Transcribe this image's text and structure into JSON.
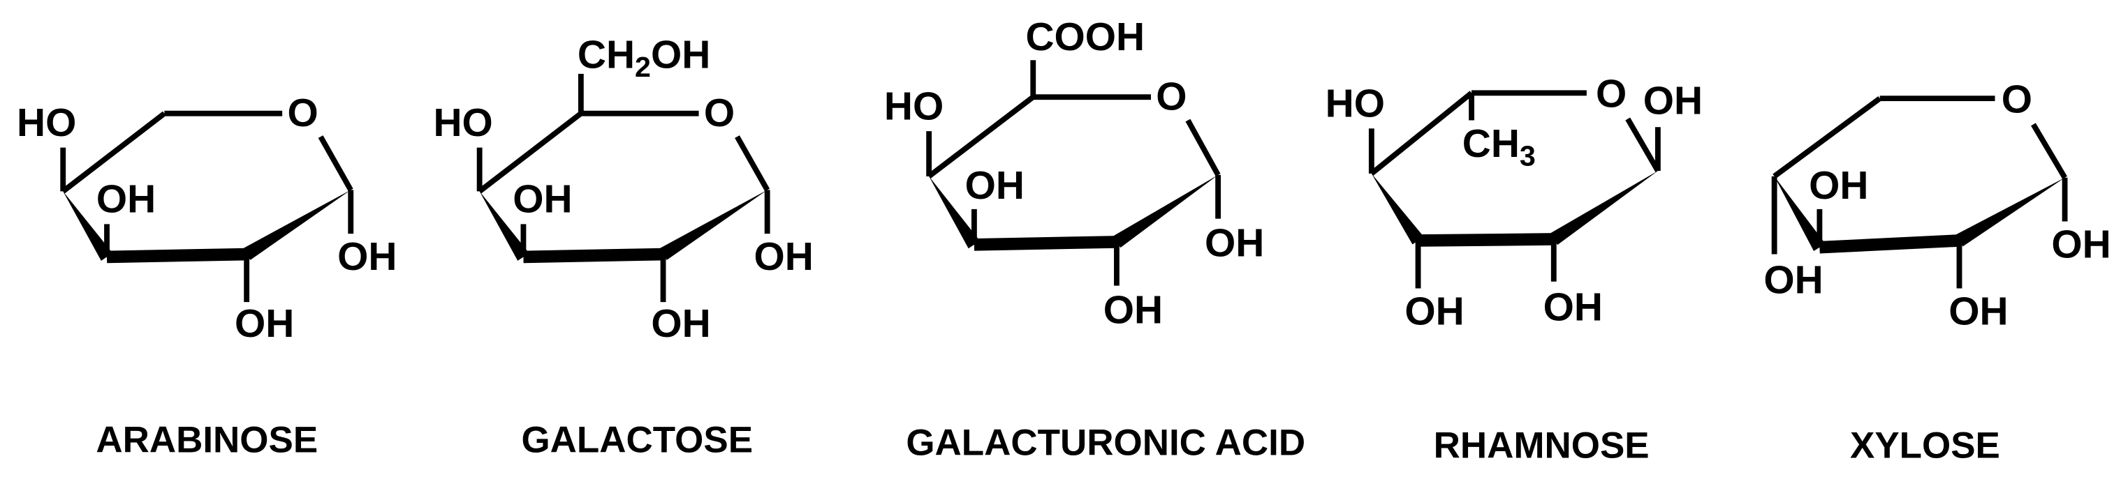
{
  "molecules": [
    {
      "name": "ARABINOSE",
      "groups": [
        "HO",
        "OH",
        "OH",
        "OH"
      ],
      "ring_oxygen": "O"
    },
    {
      "name": "GALACTOSE",
      "groups": [
        "HO",
        "OH",
        "OH",
        "OH"
      ],
      "ring_oxygen": "O",
      "substituent": {
        "main": "CH",
        "sub": "2",
        "tail": "OH"
      }
    },
    {
      "name": "GALACTURONIC ACID",
      "groups": [
        "HO",
        "OH",
        "OH",
        "OH"
      ],
      "ring_oxygen": "O",
      "substituent": {
        "main": "COOH",
        "sub": "",
        "tail": ""
      }
    },
    {
      "name": "RHAMNOSE",
      "groups": [
        "HO",
        "OH",
        "OH",
        "OH"
      ],
      "ring_oxygen": "O",
      "substituent": {
        "main": "CH",
        "sub": "3",
        "tail": ""
      }
    },
    {
      "name": "XYLOSE",
      "groups": [
        "OH",
        "OH",
        "OH",
        "OH"
      ],
      "ring_oxygen": "O"
    }
  ]
}
